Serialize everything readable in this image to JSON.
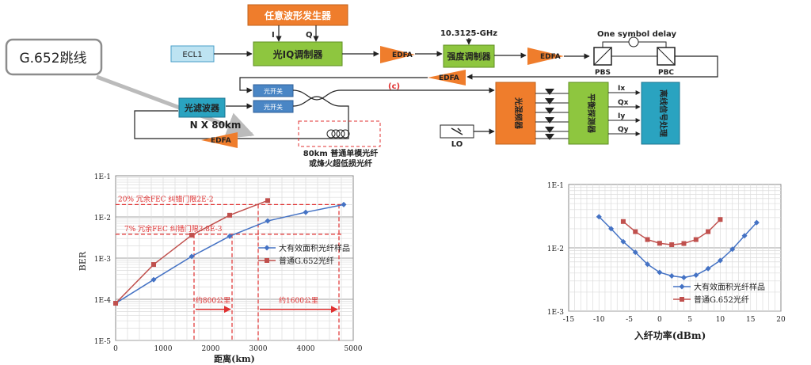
{
  "callout": {
    "label": "G.652跳线"
  },
  "diagram": {
    "awg_label": "任意波形发生器",
    "i_label": "I",
    "q_label": "Q",
    "ecl_label": "ECL1",
    "iq_mod_label": "光IQ调制器",
    "edfa_label": "EDFA",
    "freq_label": "10.3125-GHz",
    "intensity_mod_label": "强度调制器",
    "delay_label": "One symbol delay",
    "pbs_label": "PBS",
    "pbc_label": "PBC",
    "c_label": "(c)",
    "optical_switch_label": "光开关",
    "optical_filter_label": "光滤波器",
    "span_label": "N X 80km",
    "fiber_label_line1": "80km 普通单模光纤",
    "fiber_label_line2": "或烽火超低损光纤",
    "lo_label": "LO",
    "hybrid_label": "光混频器",
    "bpd_label": "平衡探测器",
    "dsp_label": "离线信号处理",
    "out_labels": [
      "Ix",
      "Qx",
      "Iy",
      "Qy"
    ],
    "colors": {
      "orange": "#ef7d2c",
      "green": "#8ec63f",
      "blue": "#4a86c5",
      "teal": "#2aa3c0",
      "ecl": "#bde3f2",
      "red": "#e03030"
    }
  },
  "chart_data": [
    {
      "type": "line",
      "xlabel": "距离(km)",
      "ylabel": "BER",
      "xlim": [
        0,
        5000
      ],
      "ylim": [
        1e-05,
        0.1
      ],
      "yscale": "log",
      "xticks": [
        "0",
        "1000",
        "2000",
        "3000",
        "4000",
        "5000"
      ],
      "yticks": [
        "1E-1",
        "1E-2",
        "1E-3",
        "1E-4",
        "1E-5"
      ],
      "grid": true,
      "legend": "right",
      "series": [
        {
          "name": "大有效面积光纤样品",
          "color": "#4472c4",
          "marker": "diamond",
          "x": [
            0,
            800,
            1600,
            2400,
            3200,
            4000,
            4800
          ],
          "y": [
            8e-05,
            0.0003,
            0.0011,
            0.0034,
            0.008,
            0.013,
            0.02
          ]
        },
        {
          "name": "普通G.652光纤",
          "color": "#c0504d",
          "marker": "square",
          "x": [
            0,
            800,
            1600,
            2400,
            3200
          ],
          "y": [
            8e-05,
            0.0007,
            0.0036,
            0.011,
            0.025
          ]
        }
      ],
      "thresholds": [
        {
          "label": "20% 冗余FEC 纠错门限2E-2",
          "value": 0.02
        },
        {
          "label": "7% 冗余FEC 纠错门限3.8E-3",
          "value": 0.0038
        }
      ],
      "annotations": [
        {
          "label": "约800公里",
          "x_from": 1650,
          "x_to": 2450
        },
        {
          "label": "约1600公里",
          "x_from": 3000,
          "x_to": 4700
        }
      ]
    },
    {
      "type": "line",
      "xlabel": "入纤功率(dBm)",
      "ylabel": "",
      "xlim": [
        -15,
        20
      ],
      "ylim": [
        0.001,
        0.1
      ],
      "yscale": "log",
      "xticks": [
        "-15",
        "-10",
        "-5",
        "0",
        "5",
        "10",
        "15",
        "20"
      ],
      "yticks": [
        "1E-1",
        "1E-2",
        "1E-3"
      ],
      "grid": true,
      "legend": "right",
      "series": [
        {
          "name": "大有效面积光纤样品",
          "color": "#4472c4",
          "marker": "diamond",
          "x": [
            -10,
            -8,
            -6,
            -4,
            -2,
            0,
            2,
            4,
            6,
            8,
            10,
            12,
            14,
            16
          ],
          "y": [
            0.031,
            0.02,
            0.0125,
            0.0085,
            0.0055,
            0.0041,
            0.0036,
            0.0034,
            0.0037,
            0.0047,
            0.0063,
            0.0095,
            0.0155,
            0.025
          ]
        },
        {
          "name": "普通G.652光纤",
          "color": "#c0504d",
          "marker": "square",
          "x": [
            -6,
            -4,
            -2,
            0,
            2,
            4,
            6,
            8,
            10
          ],
          "y": [
            0.026,
            0.018,
            0.0135,
            0.0118,
            0.0112,
            0.0117,
            0.0135,
            0.018,
            0.028
          ]
        }
      ]
    }
  ]
}
